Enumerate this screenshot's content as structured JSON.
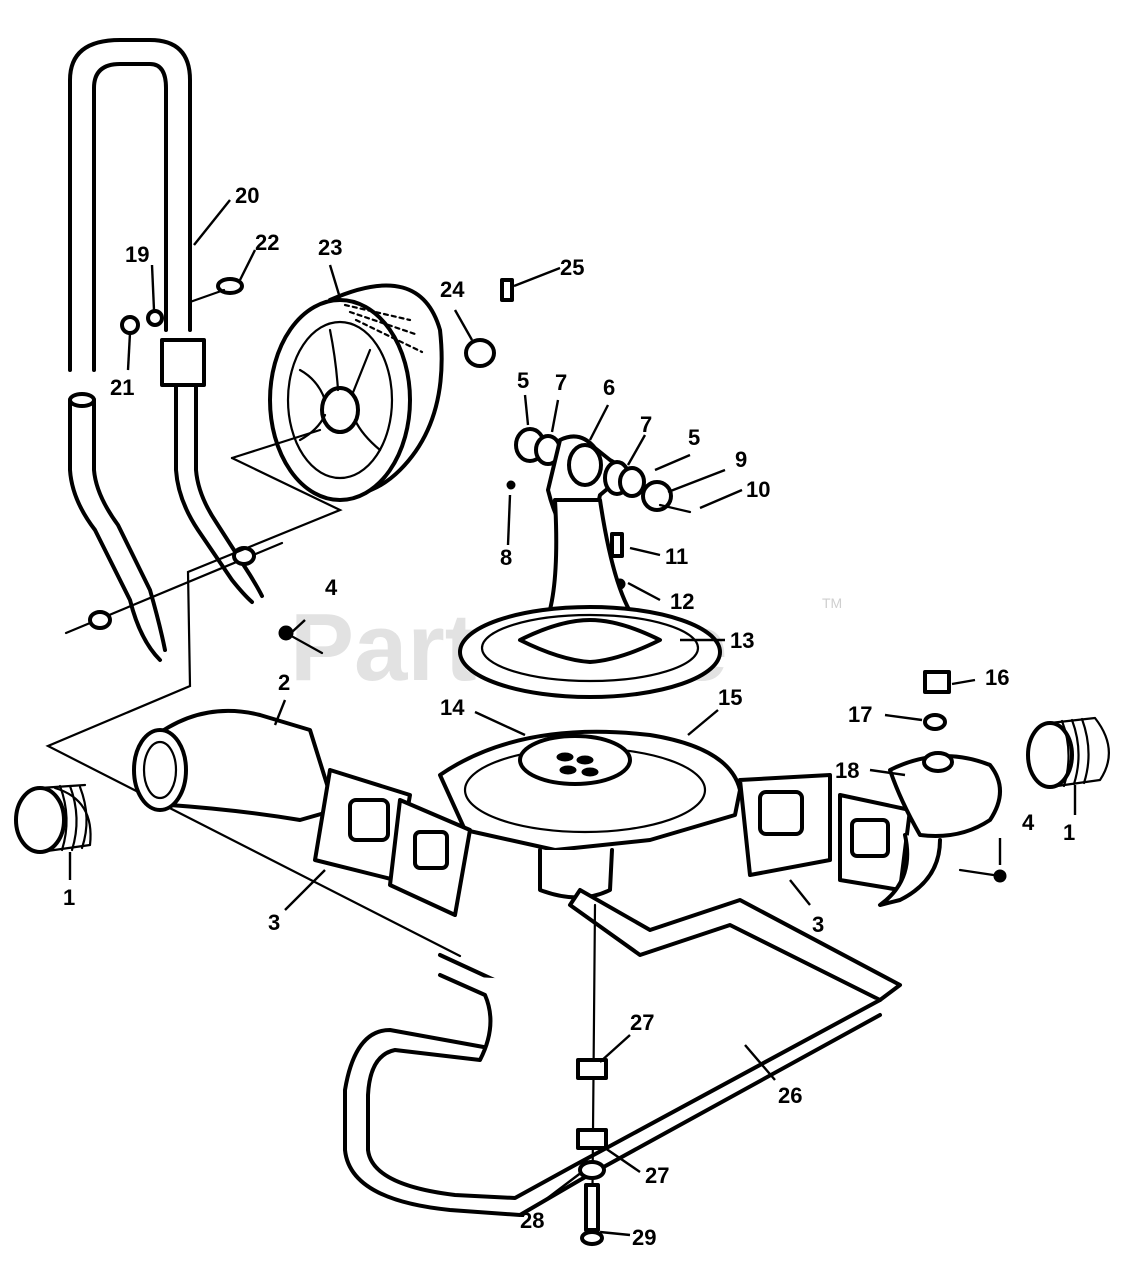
{
  "watermark": {
    "text": "PartsTree",
    "trademark": "TM"
  },
  "callouts": {
    "c1a": "1",
    "c1b": "1",
    "c2": "2",
    "c3a": "3",
    "c3b": "3",
    "c4a": "4",
    "c4b": "4",
    "c5a": "5",
    "c5b": "5",
    "c6": "6",
    "c7a": "7",
    "c7b": "7",
    "c8": "8",
    "c9": "9",
    "c10": "10",
    "c11": "11",
    "c12": "12",
    "c13": "13",
    "c14": "14",
    "c15": "15",
    "c16": "16",
    "c17": "17",
    "c18": "18",
    "c19": "19",
    "c20": "20",
    "c21": "21",
    "c22": "22",
    "c23": "23",
    "c24": "24",
    "c25": "25",
    "c26": "26",
    "c27a": "27",
    "c27b": "27",
    "c28": "28",
    "c29": "29"
  }
}
